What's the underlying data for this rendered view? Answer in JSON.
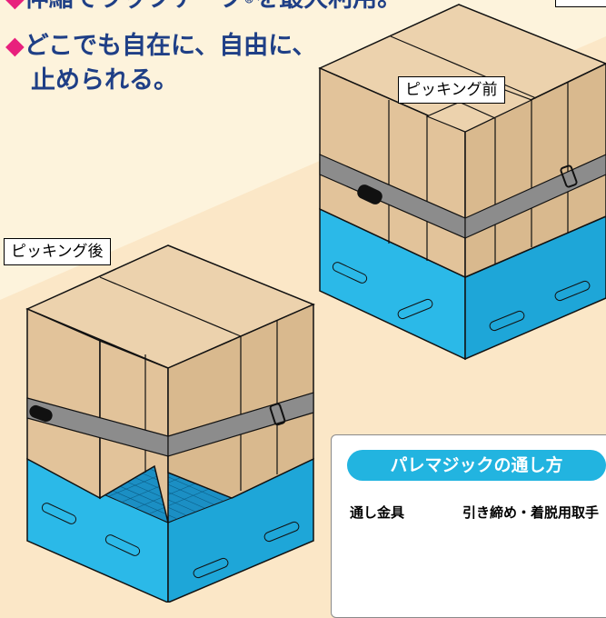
{
  "heading": {
    "line1": "伸縮でラップテープ",
    "reg_mark": "®",
    "line1_suffix": "を最大利用。",
    "line2": "どこでも自在に、自由に、",
    "line3": "止められる。",
    "bullet": "◆"
  },
  "labels": {
    "before": "ピッキング前",
    "after": "ピッキング後"
  },
  "inset": {
    "title": "パレマジックの通し方",
    "label_buckle": "通し金具",
    "label_handle": "引き締め・着脱用取手"
  },
  "colors": {
    "heading_text": "#1f3f86",
    "bullet": "#e8207d",
    "box_fill": "#e5c9a3",
    "pallet_fill": "#2bb9e8",
    "strap_fill": "#8c8c8c",
    "background": "#fbe7c7",
    "inset_title_bg": "#22b4e0"
  }
}
